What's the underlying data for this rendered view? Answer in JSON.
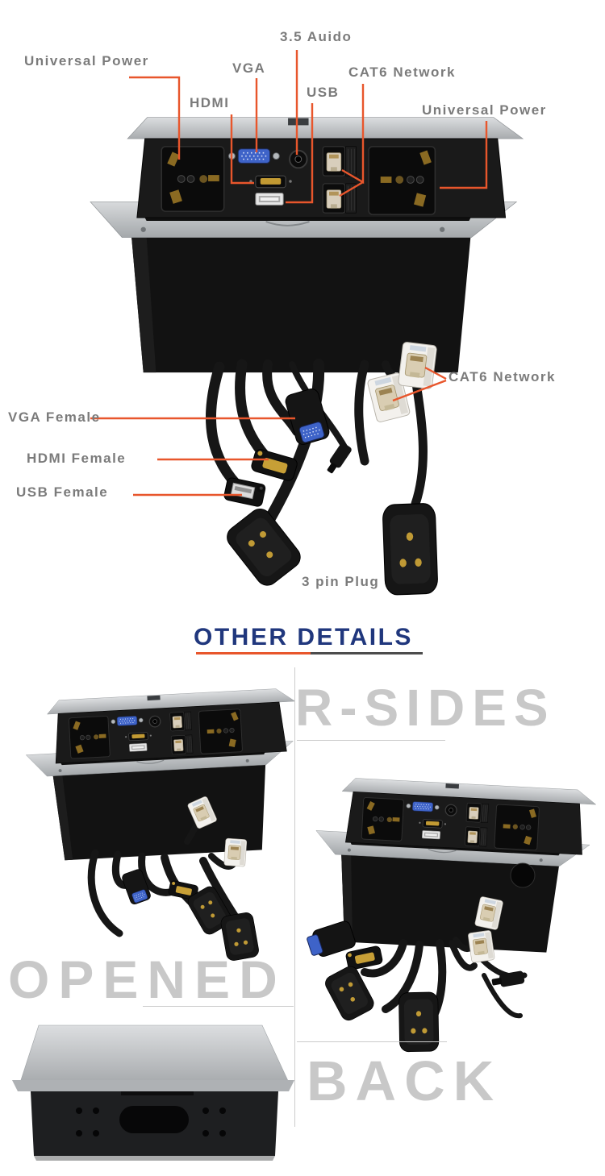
{
  "colors": {
    "accent_orange": "#E8562C",
    "heading_blue": "#20377D",
    "label_gray": "#7B7B7B",
    "watermark_gray": "#C8C8C8",
    "bezel_silver": "#C0C4C7",
    "vga_blue": "#3E63C8"
  },
  "hero": {
    "port_labels": {
      "universal_power_left": "Universal Power",
      "audio_35": "3.5 Auido",
      "vga": "VGA",
      "hdmi": "HDMI",
      "usb": "USB",
      "cat6_network": "CAT6 Network",
      "universal_power_right": "Universal Power"
    },
    "cable_labels": {
      "cat6_network": "CAT6 Network",
      "vga_female": "VGA Female",
      "hdmi_female": "HDMI Female",
      "usb_female": "USB Female",
      "three_pin_plug": "3 pin Plug"
    }
  },
  "details": {
    "heading": "OTHER DETAILS",
    "views": {
      "r_sides": "R-SIDES",
      "opened": "OPENED",
      "back": "BACK"
    }
  }
}
